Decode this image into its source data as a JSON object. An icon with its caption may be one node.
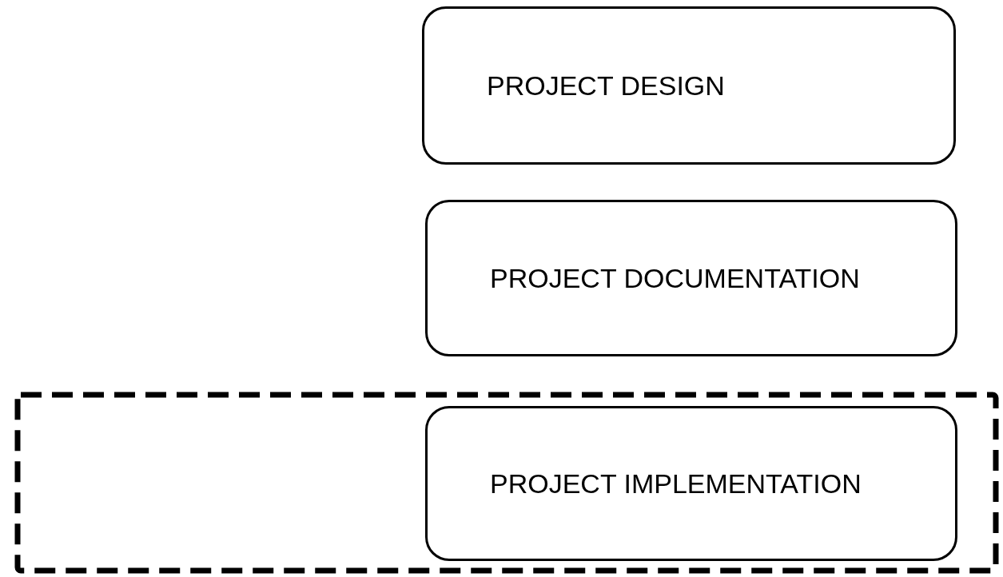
{
  "diagram": {
    "nodes": [
      {
        "text": [
          "PROJECT DESIGN"
        ]
      },
      {
        "text": [
          "PROJECT DOCUMENTATION"
        ]
      },
      {
        "text": [],
        "shape": "box"
      },
      {
        "text": [
          "PROJECT IMPLEMENTATION"
        ],
        "in": 2
      }
    ]
  }
}
